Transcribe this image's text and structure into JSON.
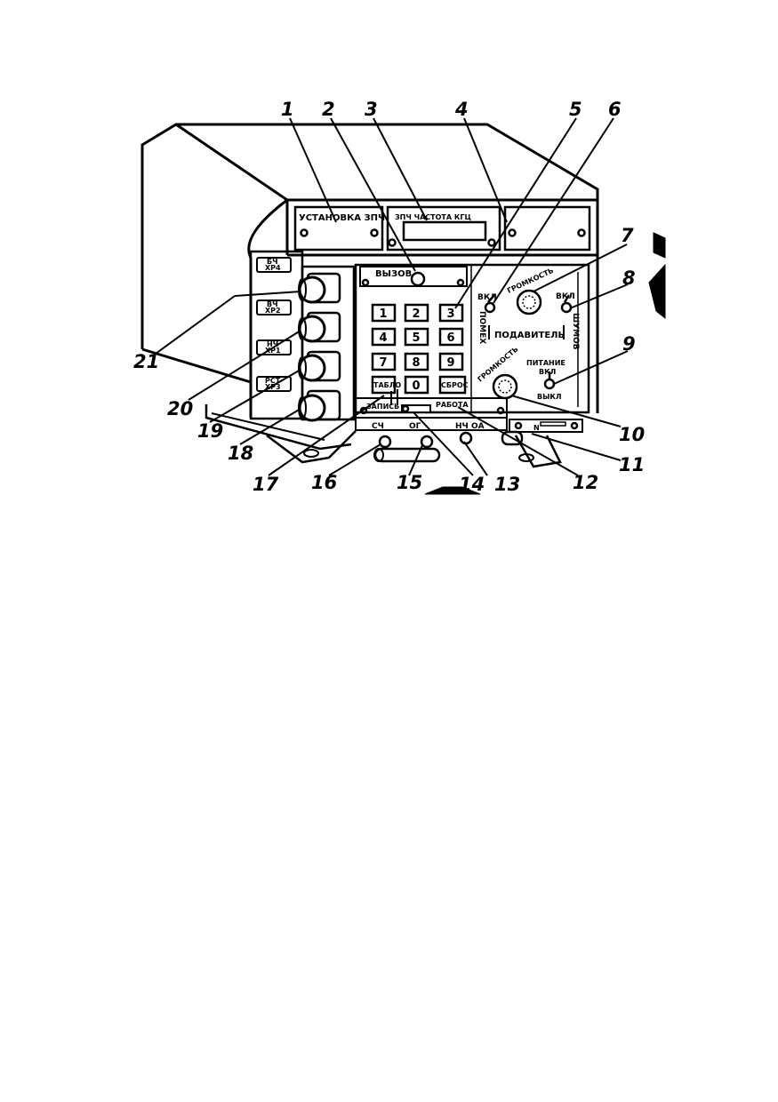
{
  "panel": {
    "top_labels": {
      "setup": "УСТАНОВКА ЗПЧ",
      "freq": "ЗПЧ ЧАСТОТА КГЦ"
    },
    "call": "ВЫЗОВ",
    "keypad": [
      "1",
      "2",
      "3",
      "4",
      "5",
      "6",
      "7",
      "8",
      "9",
      "ТАБЛО",
      "0",
      "СБРОС"
    ],
    "left_labels": [
      {
        "top": "БЧ",
        "bottom": "ХР4"
      },
      {
        "top": "ВЧ",
        "bottom": "ХР2"
      },
      {
        "top": "НЧ",
        "bottom": "ХР1"
      },
      {
        "top": "РСТ",
        "bottom": "ХР3"
      }
    ],
    "interference_on": "ВКЛ",
    "interference_vertical": "ПОМЕХ",
    "volume_top": "ГРОМКОСТЬ",
    "noise_on": "ВКЛ",
    "noise_vertical": "ШУМОВ",
    "suppressor": "ПОДАВИТЕЛЬ",
    "power": "ПИТАНИЕ",
    "power_on": "ВКЛ",
    "power_off": "ВЫКЛ",
    "volume_bottom": "ГРОМКОСТЬ",
    "record": "ЗАПИСЬ",
    "work": "РАБОТА",
    "sch": "СЧ",
    "og": "ОГ",
    "nch_oa": "НЧ ОА",
    "n_mark": "N"
  },
  "callouts": [
    "1",
    "2",
    "3",
    "4",
    "5",
    "6",
    "7",
    "8",
    "9",
    "10",
    "11",
    "12",
    "13",
    "14",
    "15",
    "16",
    "17",
    "18",
    "19",
    "20",
    "21"
  ]
}
